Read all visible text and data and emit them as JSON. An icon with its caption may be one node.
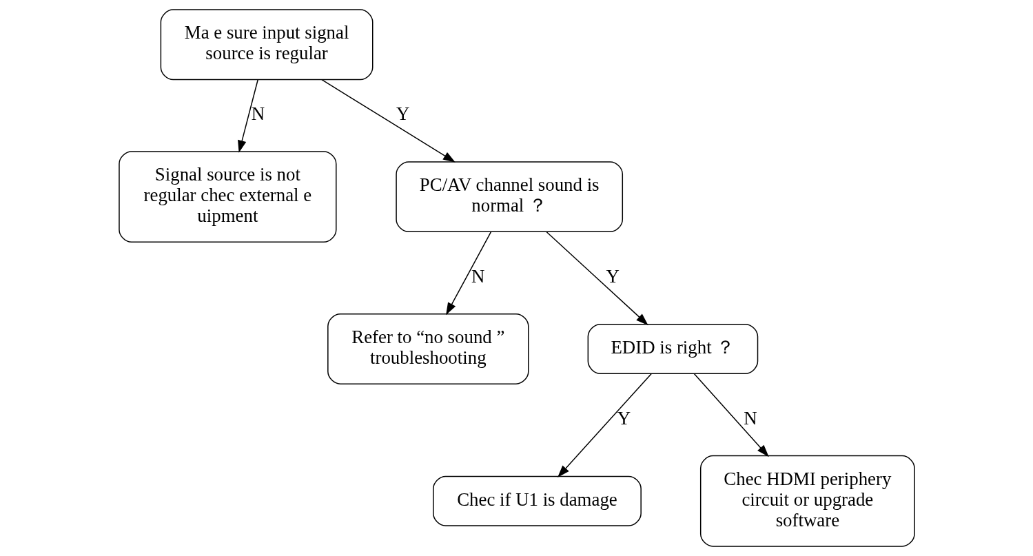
{
  "diagram": {
    "nodes": [
      {
        "text": [
          "Ma e sure input signal source is regular"
        ]
      },
      {
        "text": [
          "Signal source is not regular chec external e uipment"
        ]
      },
      {
        "text": [
          "PC/AV channel sound is normal ？"
        ]
      },
      {
        "text": [
          "Refer to “no sound ” troubleshooting"
        ]
      },
      {
        "text": [
          "EDID is right ？"
        ]
      },
      {
        "text": [
          "Chec if U1 is damage"
        ]
      },
      {
        "text": [
          "Chec HDMI periphery circuit or upgrade software"
        ]
      }
    ],
    "edges": [
      {
        "from": 0,
        "to": 2,
        "arrow": "to",
        "label": "Y"
      },
      {
        "from": 0,
        "to": 1,
        "arrow": "to",
        "label": "N"
      },
      {
        "from": 2,
        "to": 3,
        "arrow": "to",
        "label": "N"
      },
      {
        "from": 2,
        "to": 4,
        "arrow": "to",
        "label": "Y"
      },
      {
        "from": 4,
        "to": 5,
        "arrow": "to",
        "label": "Y"
      },
      {
        "from": 4,
        "to": 6,
        "arrow": "to",
        "label": "N"
      }
    ]
  }
}
